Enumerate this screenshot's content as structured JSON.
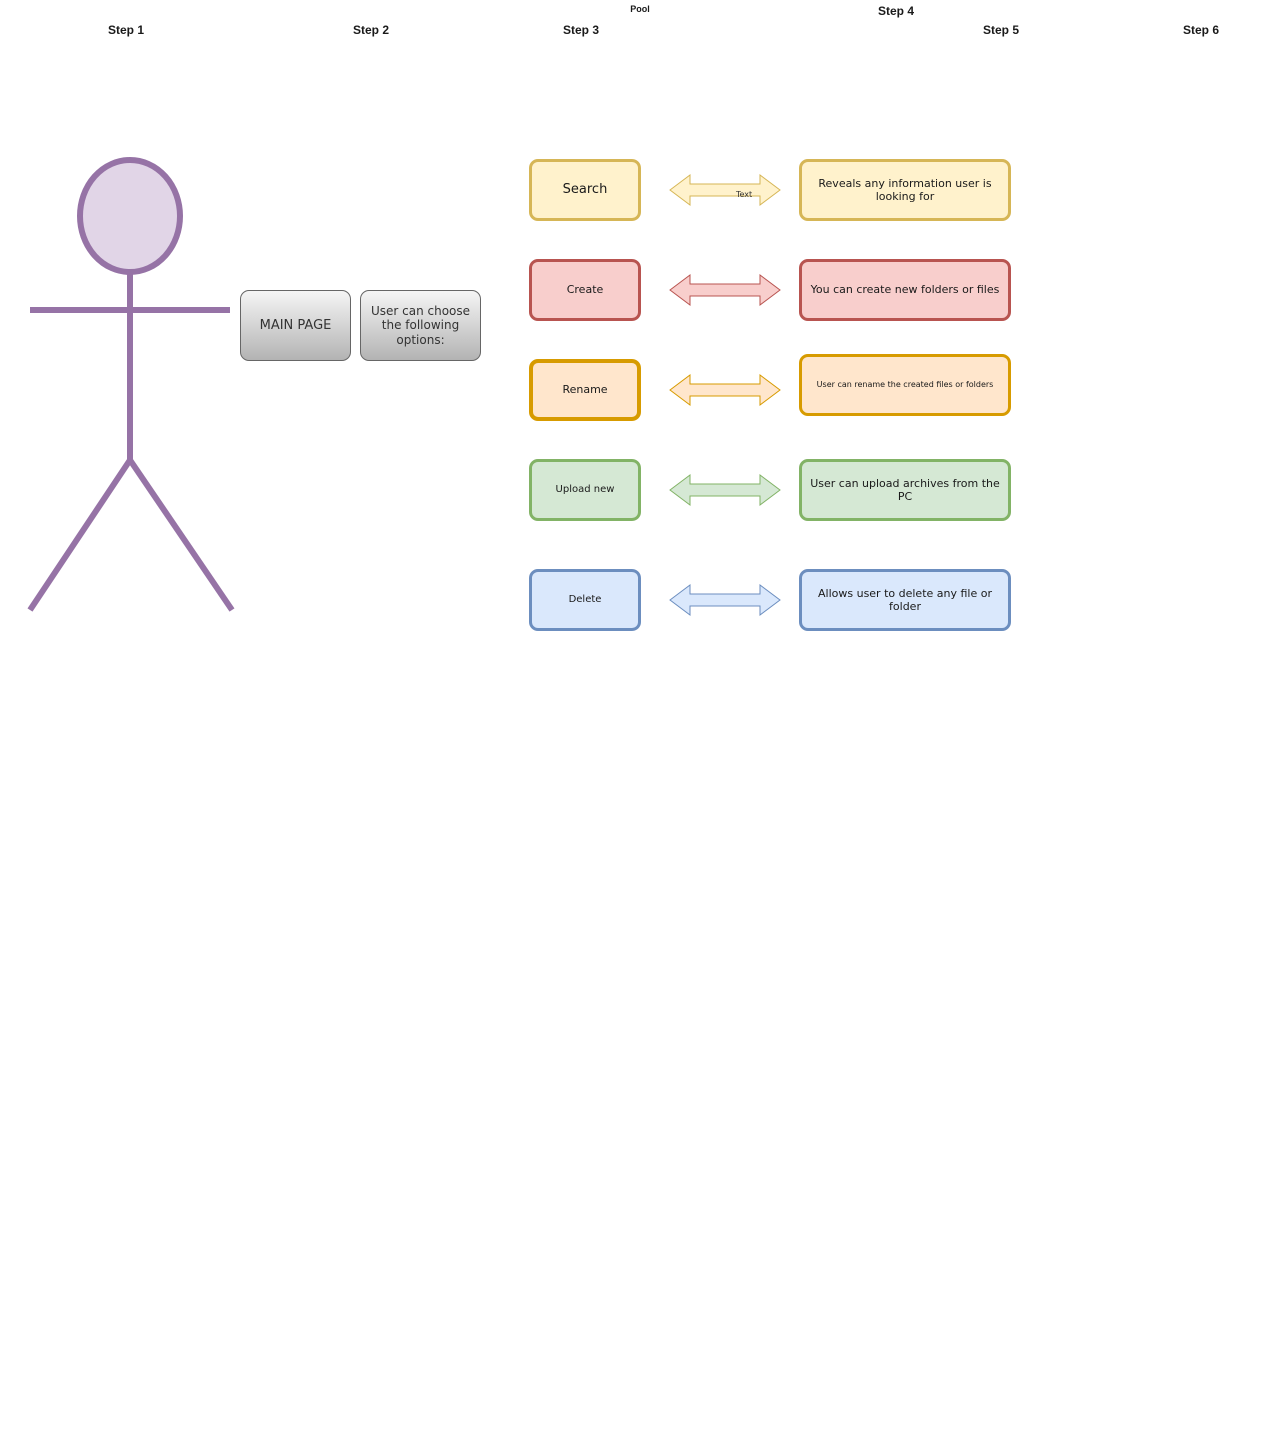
{
  "pool": {
    "title": "Pool"
  },
  "steps": [
    {
      "label": "Step 1"
    },
    {
      "label": "Step 2"
    },
    {
      "label": "Step 3"
    },
    {
      "label": "Step 4"
    },
    {
      "label": "Step 5"
    },
    {
      "label": "Step 6"
    }
  ],
  "actor": {
    "icon": "stick-figure-icon",
    "color": "#9673a6",
    "head_fill": "#e1d5e7"
  },
  "main_page": {
    "label": "MAIN PAGE"
  },
  "choose": {
    "label": "User can choose the following options:"
  },
  "arrow_text": "Text",
  "options": [
    {
      "label": "Search",
      "description": "Reveals any information user is looking for",
      "fill": "#fff2cc",
      "stroke": "#d6b656"
    },
    {
      "label": "Create",
      "description": "You can create new folders or files",
      "fill": "#f8cecc",
      "stroke": "#b85450"
    },
    {
      "label": "Rename",
      "description": "User can rename the created files or folders",
      "fill": "#ffe6cc",
      "stroke": "#d79b00"
    },
    {
      "label": "Upload new",
      "description": "User can upload archives from the PC",
      "fill": "#d5e8d4",
      "stroke": "#82b366"
    },
    {
      "label": "Delete",
      "description": "Allows user to delete any file or folder",
      "fill": "#dae8fc",
      "stroke": "#6c8ebf"
    }
  ]
}
